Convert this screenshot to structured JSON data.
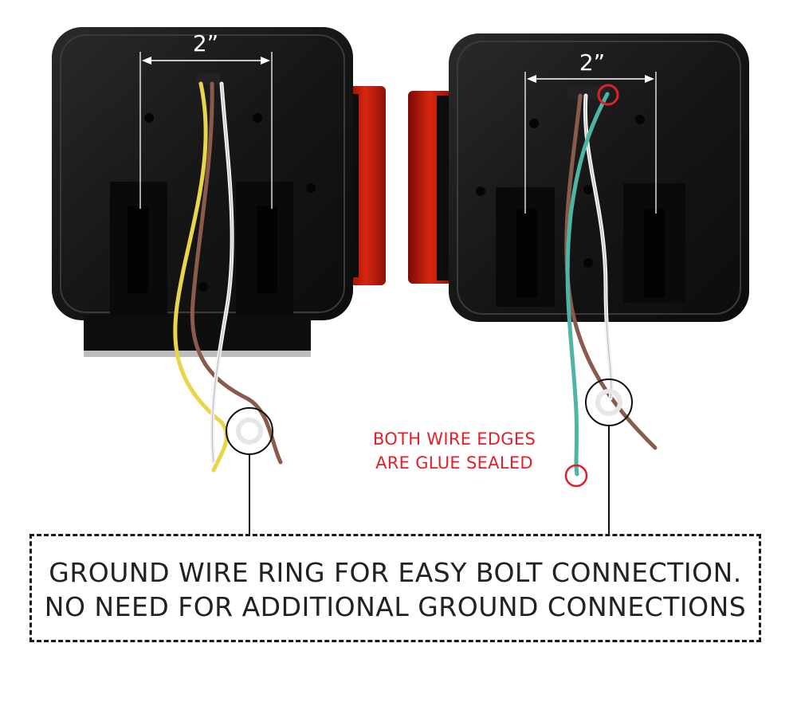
{
  "left_light": {
    "dimension_label": "2”"
  },
  "right_light": {
    "dimension_label": "2”"
  },
  "note": {
    "line1": "BOTH WIRE EDGES",
    "line2": "ARE GLUE SEALED",
    "color": "#e0202a"
  },
  "callout": {
    "line1": "GROUND WIRE RING FOR EASY BOLT CONNECTION.",
    "line2": "NO NEED FOR ADDITIONAL GROUND CONNECTIONS"
  },
  "wire_colors": {
    "yellow": "#e8d54a",
    "brown": "#8a5a4a",
    "white": "#f2f2f2",
    "green": "#4db5a5"
  }
}
